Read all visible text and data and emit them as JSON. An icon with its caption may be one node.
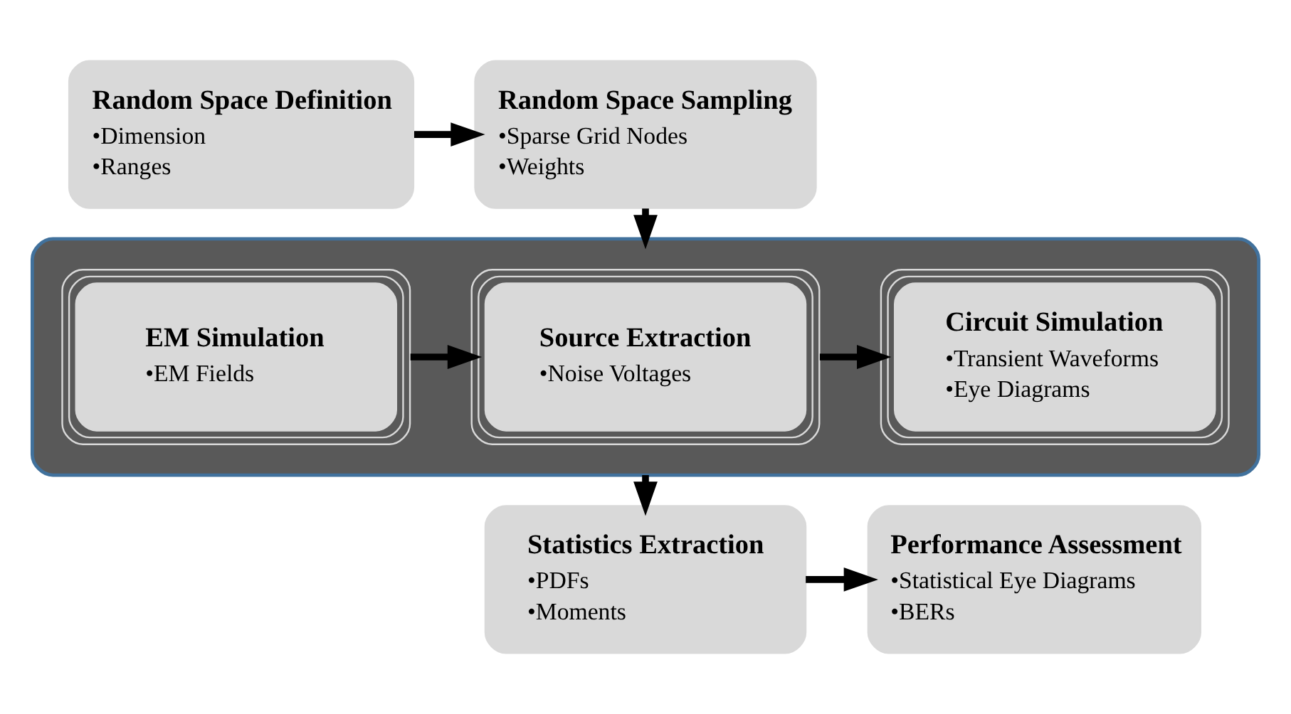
{
  "diagram": {
    "nodes": [
      {
        "text": [
          "Random Space Definition",
          "•Dimension",
          "•Ranges"
        ]
      },
      {
        "text": [
          "Random Space Sampling",
          "•Sparse Grid Nodes",
          "•Weights"
        ]
      },
      {
        "text": [],
        "shape": "box"
      },
      {
        "text": [
          "EM Simulation",
          "•EM Fields"
        ],
        "in": 2
      },
      {
        "text": [
          "Source Extraction",
          "•Noise Voltages"
        ],
        "in": 2
      },
      {
        "text": [
          "Circuit Simulation",
          "•Transient Waveforms",
          "•Eye Diagrams"
        ],
        "in": 2
      },
      {
        "text": [
          "Statistics Extraction",
          "•PDFs",
          "•Moments"
        ]
      },
      {
        "text": [
          "Performance Assessment",
          "•Statistical Eye Diagrams",
          "•BERs"
        ]
      }
    ],
    "edges": [
      {
        "from": 0,
        "to": 1,
        "arrow": "to"
      },
      {
        "from": 1,
        "to": 2,
        "arrow": "to"
      },
      {
        "from": 3,
        "to": 4,
        "arrow": "to"
      },
      {
        "from": 4,
        "to": 5,
        "arrow": "to"
      },
      {
        "from": 2,
        "to": 6,
        "arrow": "to"
      },
      {
        "from": 6,
        "to": 7,
        "arrow": "to"
      }
    ]
  }
}
